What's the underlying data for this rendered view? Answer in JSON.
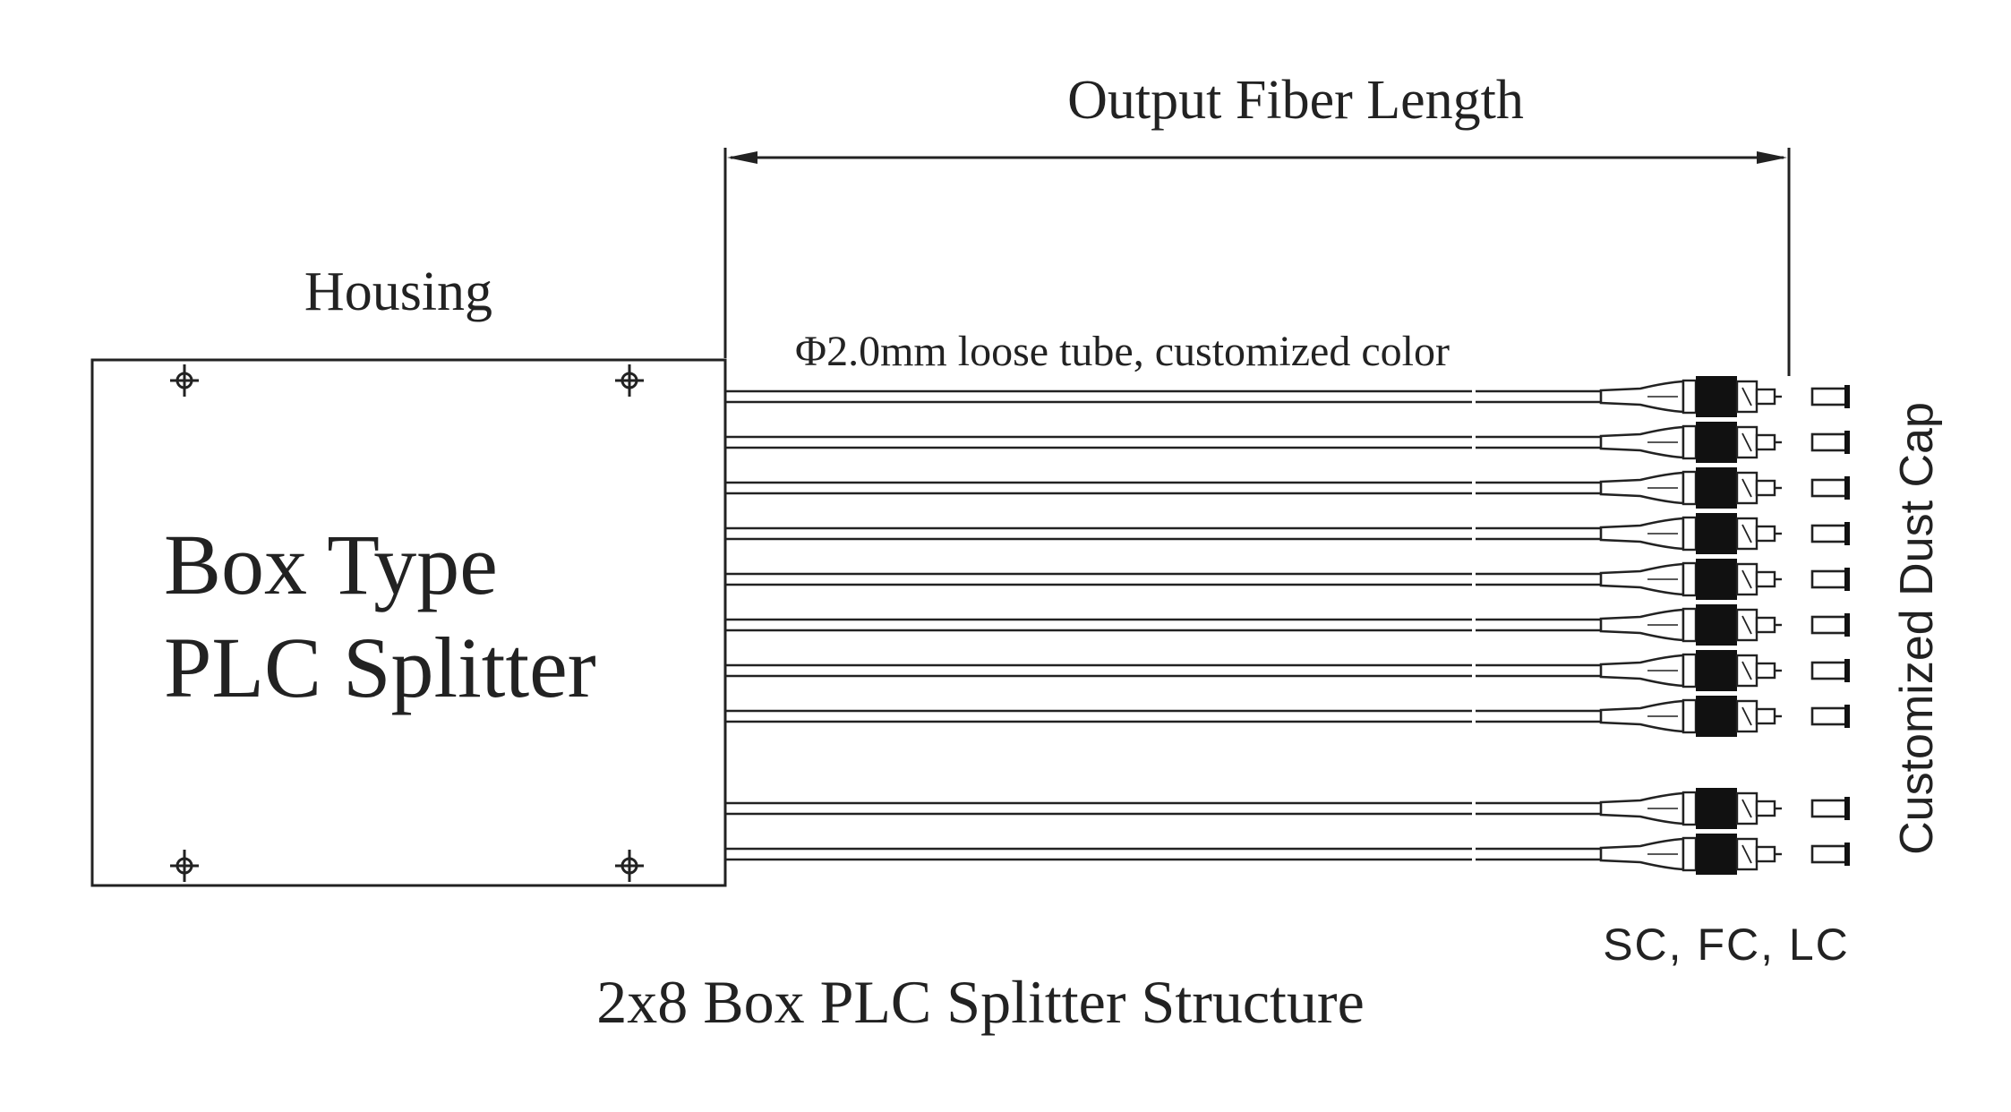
{
  "labels": {
    "output_fiber_length": "Output Fiber Length",
    "housing": "Housing",
    "box_title_line1": "Box Type",
    "box_title_line2": "PLC Splitter",
    "loose_tube": "Φ2.0mm loose tube, customized color",
    "dust_cap": "Customized Dust Cap",
    "connector_types": "SC, FC, LC",
    "caption": "2x8 Box PLC Splitter Structure"
  },
  "fibers": {
    "output_count": 8,
    "input_count": 2
  },
  "colors": {
    "ink": "#222222",
    "background": "#ffffff",
    "connector_body": "#111111"
  }
}
